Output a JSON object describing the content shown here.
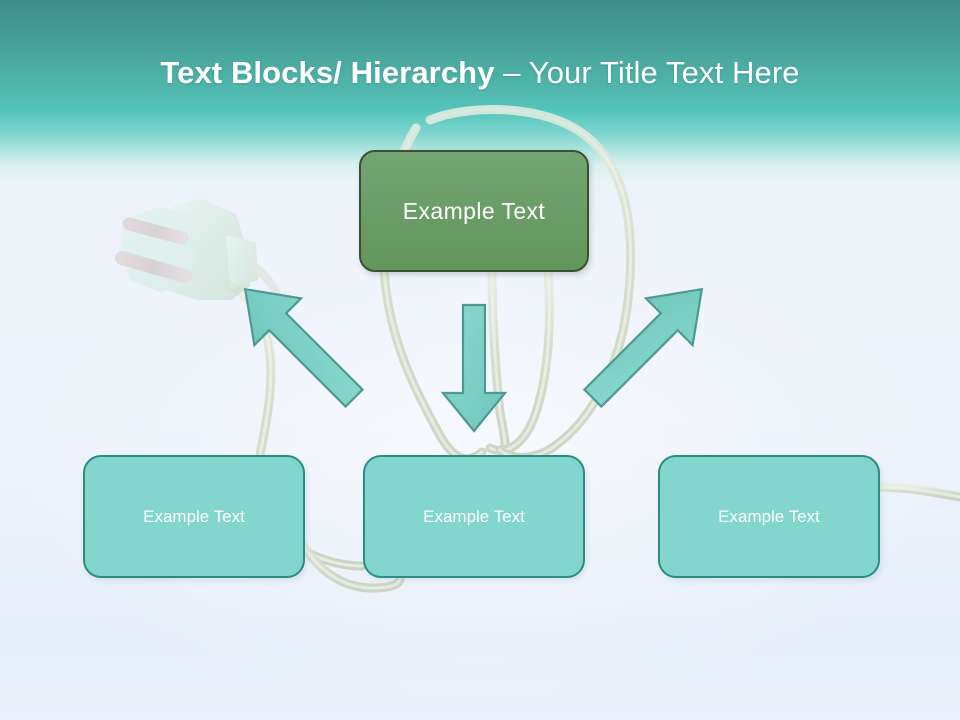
{
  "slide": {
    "title_bold": "Text Blocks/ Hierarchy",
    "title_separator": " – ",
    "title_light": "Your Title Text Here",
    "title_color": "#ffffff"
  },
  "theme": {
    "header_gradient_top": "#3c8f87",
    "header_gradient_mid": "#55c6bd",
    "body_background": "#eef3fb",
    "top_box_fill": "#6b9e68",
    "top_box_border": "#3c4f34",
    "child_box_fill": "#82d6cd",
    "child_box_border": "#2a8c84",
    "arrow_fill": "#7dd0c6",
    "arrow_border": "#4d9a94",
    "cable_color": "#d5dcc9",
    "text_color": "#ffffff"
  },
  "diagram": {
    "top_node": {
      "label": "Example Text"
    },
    "child_nodes": [
      {
        "label": "Example Text"
      },
      {
        "label": "Example Text"
      },
      {
        "label": "Example Text"
      }
    ],
    "arrows": [
      {
        "name": "arrow-to-left-child",
        "direction": "down-left"
      },
      {
        "name": "arrow-to-center-child",
        "direction": "down"
      },
      {
        "name": "arrow-to-right-child",
        "direction": "down-right"
      }
    ],
    "decoration": {
      "name": "electrical-plug-watermark",
      "description": "faded electrical plug with cable"
    }
  }
}
